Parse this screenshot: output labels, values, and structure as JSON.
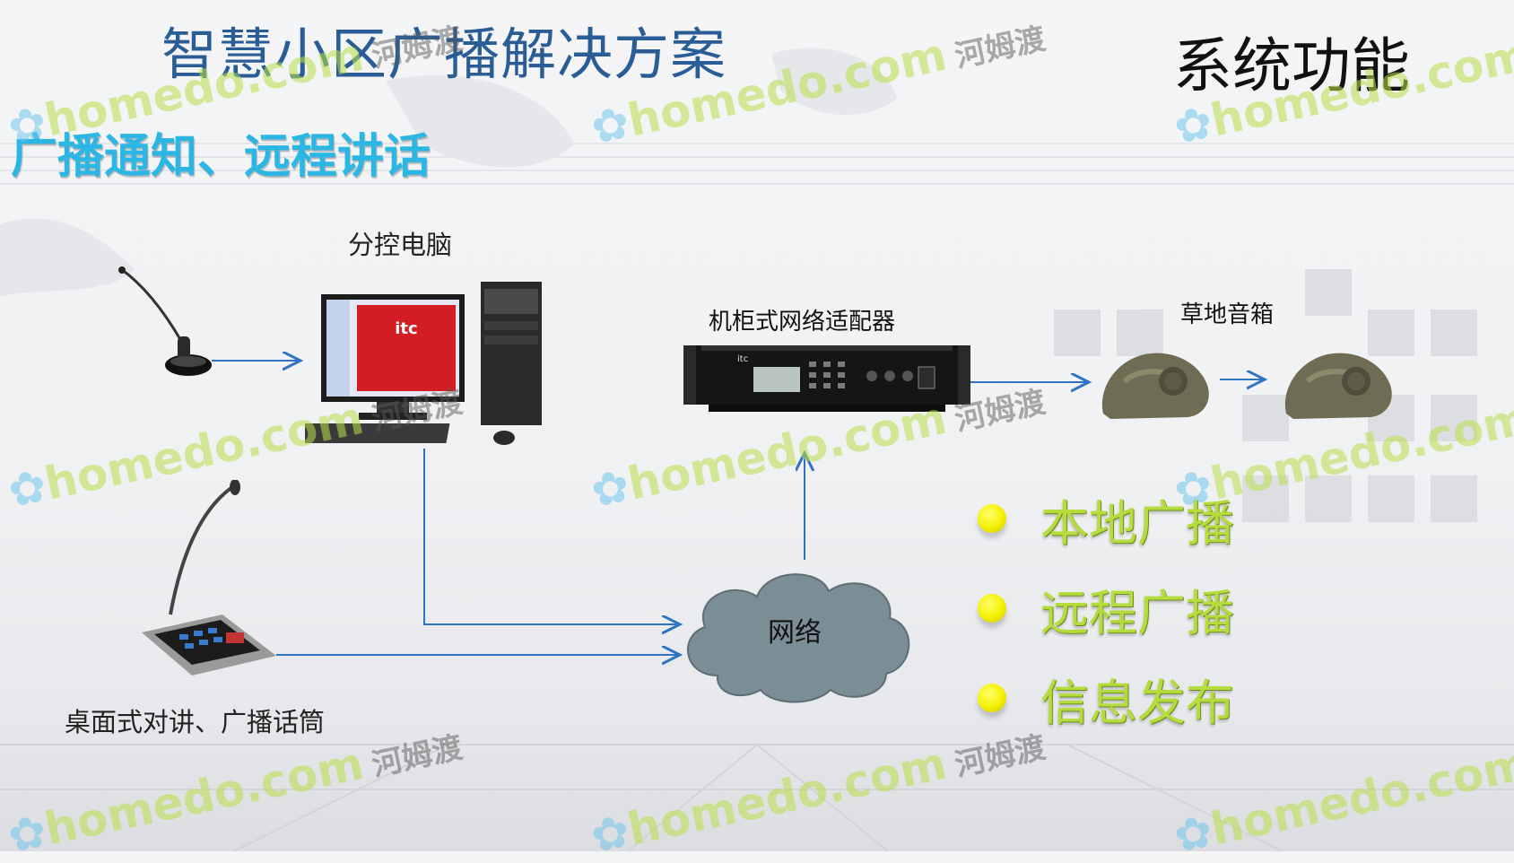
{
  "header": {
    "title": "智慧小区广播解决方案",
    "section": "系统功能",
    "subtitle": "广播通知、远程讲话"
  },
  "diagram": {
    "nodes": {
      "computer": "分控电脑",
      "adapter": "机柜式网络适配器",
      "speaker": "草地音箱",
      "network": "网络",
      "console": "桌面式对讲、广播话筒"
    }
  },
  "features": [
    "本地广播",
    "远程广播",
    "信息发布"
  ],
  "watermark": {
    "latin": "homedo.com",
    "chinese": "河姆渡"
  },
  "colors": {
    "title": "#2a5d96",
    "subtitle": "#2cb6e4",
    "arrow": "#2f73c4",
    "bullet": "#f4f000",
    "bullet_text": "#b4dc3c",
    "cloud": "#7b8e96"
  }
}
